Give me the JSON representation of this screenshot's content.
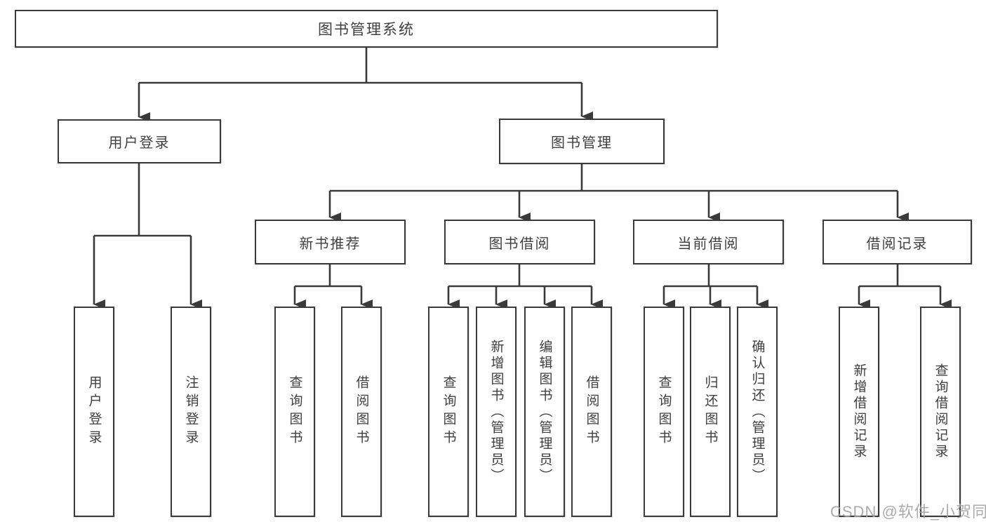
{
  "diagram": {
    "type": "hierarchy",
    "colors": {
      "line": "#3a3a3a",
      "border": "#3a3a3a",
      "text": "#3f3f3f",
      "background": "#ffffff",
      "watermark_text_color": "#a3a3a3"
    },
    "watermark": "CSDN @软件_小贺同学",
    "tree": {
      "label": "图书管理系统",
      "children": [
        {
          "label": "用户登录",
          "children": [
            {
              "label": "用户登录"
            },
            {
              "label": "注销登录"
            }
          ]
        },
        {
          "label": "图书管理",
          "children": [
            {
              "label": "新书推荐",
              "children": [
                {
                  "label": "查询图书"
                },
                {
                  "label": "借阅图书"
                }
              ]
            },
            {
              "label": "图书借阅",
              "children": [
                {
                  "label": "查询图书"
                },
                {
                  "label": "新增图书（管理员）"
                },
                {
                  "label": "编辑图书（管理员）"
                },
                {
                  "label": "借阅图书"
                }
              ]
            },
            {
              "label": "当前借阅",
              "children": [
                {
                  "label": "查询图书"
                },
                {
                  "label": "归还图书"
                },
                {
                  "label": "确认归还（管理员）"
                }
              ]
            },
            {
              "label": "借阅记录",
              "children": [
                {
                  "label": "新增借阅记录"
                },
                {
                  "label": "查询借阅记录"
                }
              ]
            }
          ]
        }
      ]
    }
  }
}
